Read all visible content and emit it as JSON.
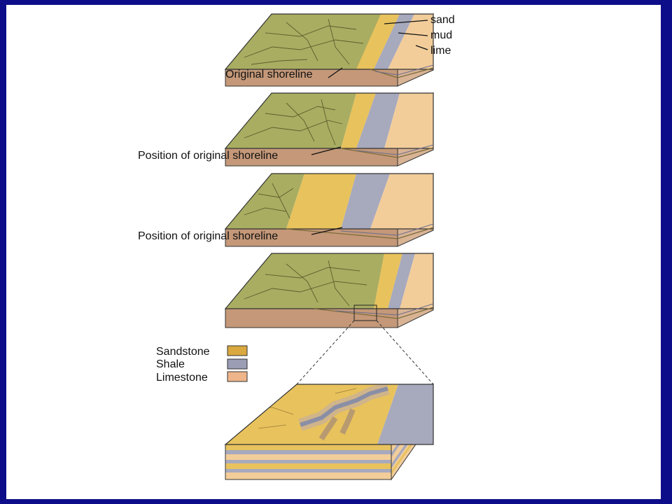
{
  "slide": {
    "background": "#0d0d8a",
    "colors": {
      "land": "#a9ad62",
      "sand": "#e8c25c",
      "mud": "#a7a9bd",
      "lime": "#f2cd9a",
      "base": "#c49878",
      "water": "#c9d8ea"
    }
  },
  "block1": {
    "sand_label": "sand",
    "mud_label": "mud",
    "lime_label": "lime",
    "shoreline_label": "Original shoreline"
  },
  "block2": {
    "shoreline_label": "Position of original shoreline"
  },
  "block3": {
    "shoreline_label": "Position of original shoreline"
  },
  "legend": {
    "items": [
      {
        "label": "Sandstone",
        "color": "#d9a83f"
      },
      {
        "label": "Shale",
        "color": "#9a9db4"
      },
      {
        "label": "Limestone",
        "color": "#eeb48a"
      }
    ]
  }
}
